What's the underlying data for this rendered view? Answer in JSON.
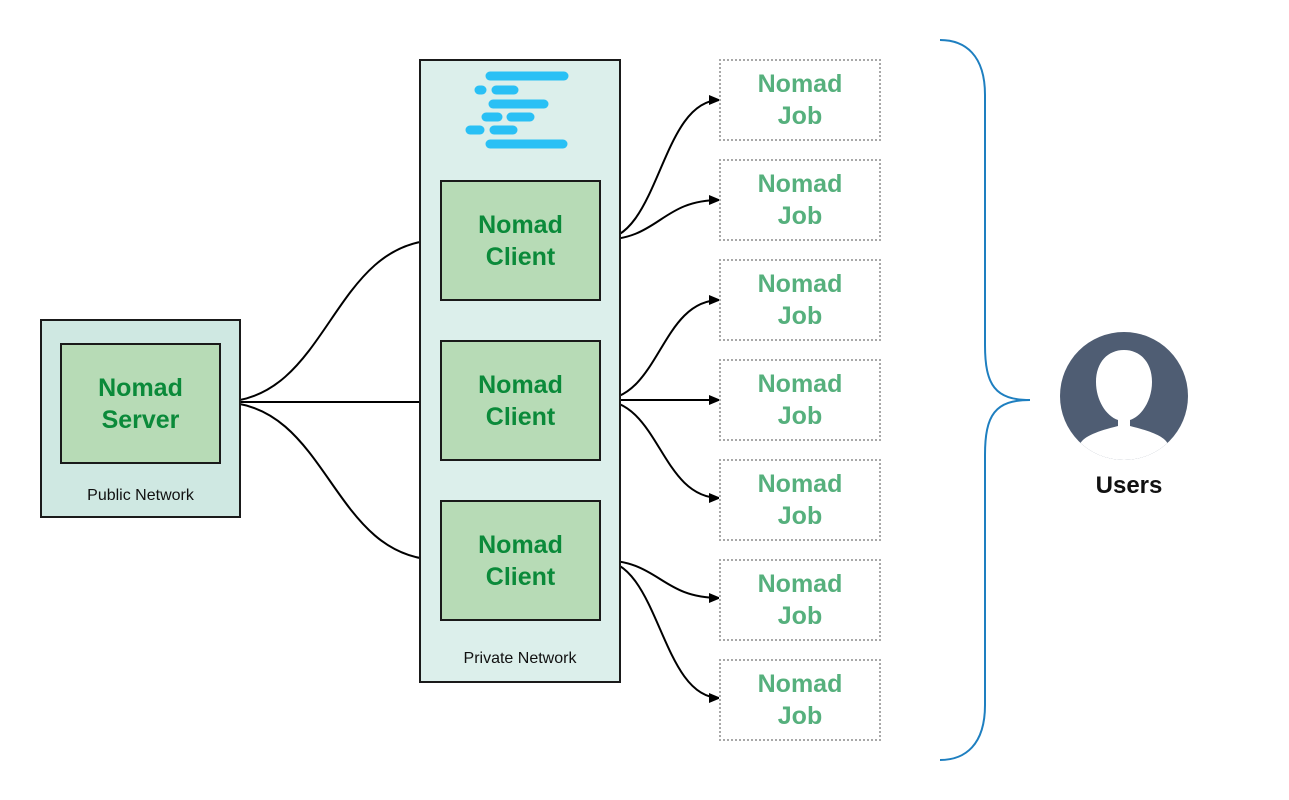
{
  "public_network": {
    "label": "Public Network",
    "server": {
      "line1": "Nomad",
      "line2": "Server"
    }
  },
  "private_network": {
    "label": "Private Network",
    "clients": [
      {
        "line1": "Nomad",
        "line2": "Client"
      },
      {
        "line1": "Nomad",
        "line2": "Client"
      },
      {
        "line1": "Nomad",
        "line2": "Client"
      }
    ]
  },
  "jobs": [
    {
      "line1": "Nomad",
      "line2": "Job"
    },
    {
      "line1": "Nomad",
      "line2": "Job"
    },
    {
      "line1": "Nomad",
      "line2": "Job"
    },
    {
      "line1": "Nomad",
      "line2": "Job"
    },
    {
      "line1": "Nomad",
      "line2": "Job"
    },
    {
      "line1": "Nomad",
      "line2": "Job"
    },
    {
      "line1": "Nomad",
      "line2": "Job"
    }
  ],
  "users": {
    "label": "Users",
    "icon": "user-avatar-icon"
  },
  "logo": {
    "icon": "nomad-logo-icon"
  },
  "colors": {
    "node_text": "#0b8a3a",
    "job_text": "#56b07d",
    "brace": "#1e7fc0",
    "avatar": "#4f5d73",
    "logo": "#29c0f5"
  }
}
